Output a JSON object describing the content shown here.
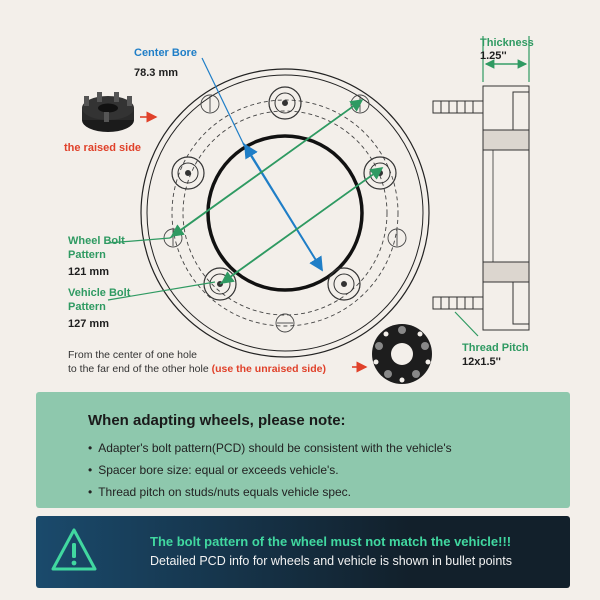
{
  "labels": {
    "center_bore": "Center Bore",
    "center_bore_value": "78.3 mm",
    "raised_side": "the raised side",
    "wheel_bolt_pattern_1": "Wheel Bolt",
    "wheel_bolt_pattern_2": "Pattern",
    "wheel_bolt_value": "121 mm",
    "vehicle_bolt_pattern_1": "Vehicle Bolt",
    "vehicle_bolt_pattern_2": "Pattern",
    "vehicle_bolt_value": "127 mm",
    "measure_note_1": "From the center of one hole",
    "measure_note_2": "to the far end of the other hole",
    "measure_note_hl": "(use the unraised side)",
    "thickness": "Thickness",
    "thickness_value": "1.25''",
    "thread_pitch": "Thread Pitch",
    "thread_pitch_value": "12x1.5''"
  },
  "note": {
    "title": "When adapting wheels, please note:",
    "bullets": [
      "Adapter's bolt pattern(PCD) should be consistent with the vehicle's",
      "Spacer bore size: equal or exceeds vehicle's.",
      "Thread pitch on studs/nuts equals vehicle spec."
    ]
  },
  "warning": {
    "line1": "The bolt pattern of the wheel must not match the vehicle!!!",
    "line2": "Detailed PCD info for wheels and vehicle is shown in bullet points"
  },
  "colors": {
    "blue": "#1f7ec7",
    "green": "#2f9a62",
    "red": "#e0412a",
    "note_bg": "#8ec8ad",
    "warning_accent": "#41d8a0"
  },
  "icons": [
    "warning-triangle-icon",
    "arrow-right-icon"
  ]
}
